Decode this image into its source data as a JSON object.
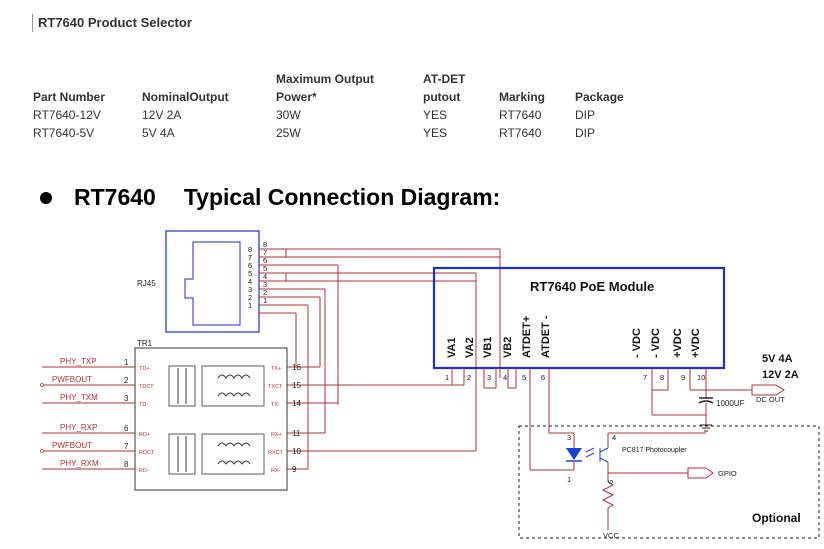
{
  "page": {
    "title": "RT7640  Product Selector"
  },
  "table": {
    "headers": [
      {
        "line1": "",
        "line2": "Part Number"
      },
      {
        "line1": "",
        "line2": "NominalOutput"
      },
      {
        "line1": "Maximum Output",
        "line2": "Power*"
      },
      {
        "line1": "AT-DET",
        "line2": "putout"
      },
      {
        "line1": "",
        "line2": "Marking"
      },
      {
        "line1": "",
        "line2": "Package"
      }
    ],
    "rows": [
      [
        "RT7640-12V",
        "12V 2A",
        "30W",
        "YES",
        "RT7640",
        "DIP"
      ],
      [
        "RT7640-5V",
        "5V 4A",
        "25W",
        "YES",
        "RT7640",
        "DIP"
      ]
    ]
  },
  "diagram": {
    "heading_part": "RT7640",
    "heading_rest": "Typical Connection Diagram:",
    "module_title": "RT7640 PoE  Module",
    "module_pins": [
      {
        "num": "1",
        "name": "VA1"
      },
      {
        "num": "2",
        "name": "VA2"
      },
      {
        "num": "3",
        "name": "VB1"
      },
      {
        "num": "4",
        "name": "VB2"
      },
      {
        "num": "5",
        "name": "ATDET+"
      },
      {
        "num": "6",
        "name": "ATDET -"
      },
      {
        "num": "7",
        "name": "- VDC"
      },
      {
        "num": "8",
        "name": "- VDC"
      },
      {
        "num": "9",
        "name": "+VDC"
      },
      {
        "num": "10",
        "name": "+VDC"
      }
    ],
    "rj45_label": "RJ45",
    "rj45_pins": [
      "8",
      "7",
      "6",
      "5",
      "4",
      "3",
      "2",
      "1"
    ],
    "tr1_label": "TR1",
    "signals": [
      {
        "name": "PHY_TXP",
        "pin": "1",
        "tap": "TD+"
      },
      {
        "name": "PWFBOUT",
        "pin": "2",
        "tap": "TDCT"
      },
      {
        "name": "PHY_TXM",
        "pin": "3",
        "tap": "TD-"
      },
      {
        "name": "PHY_RXP",
        "pin": "6",
        "tap": "RD+"
      },
      {
        "name": "PWFBOUT",
        "pin": "7",
        "tap": "RDCT"
      },
      {
        "name": "PHY_RXM",
        "pin": "8",
        "tap": "RD-"
      }
    ],
    "tr_right": [
      {
        "tap": "TX+",
        "pin": "16"
      },
      {
        "tap": "TXCT",
        "pin": "15"
      },
      {
        "tap": "TX-",
        "pin": "14"
      },
      {
        "tap": "RX+",
        "pin": "11"
      },
      {
        "tap": "RXCT",
        "pin": "10"
      },
      {
        "tap": "RX-",
        "pin": "9"
      }
    ],
    "output_5v": "5V 4A",
    "output_12v": "12V 2A",
    "dc_out": "DC OUT",
    "cap_label": "1000UF",
    "photocoupler": "PC817 Photocoupler",
    "pc_pins": {
      "p3": "3",
      "p4": "4",
      "p1": "1",
      "p6": "6"
    },
    "gpio": "GPIO",
    "vcc": "VCC",
    "optional": "Optional",
    "colors": {
      "wire": "#b03030",
      "module_border": "#1a2fd8",
      "diode": "#1a3fd8"
    }
  }
}
